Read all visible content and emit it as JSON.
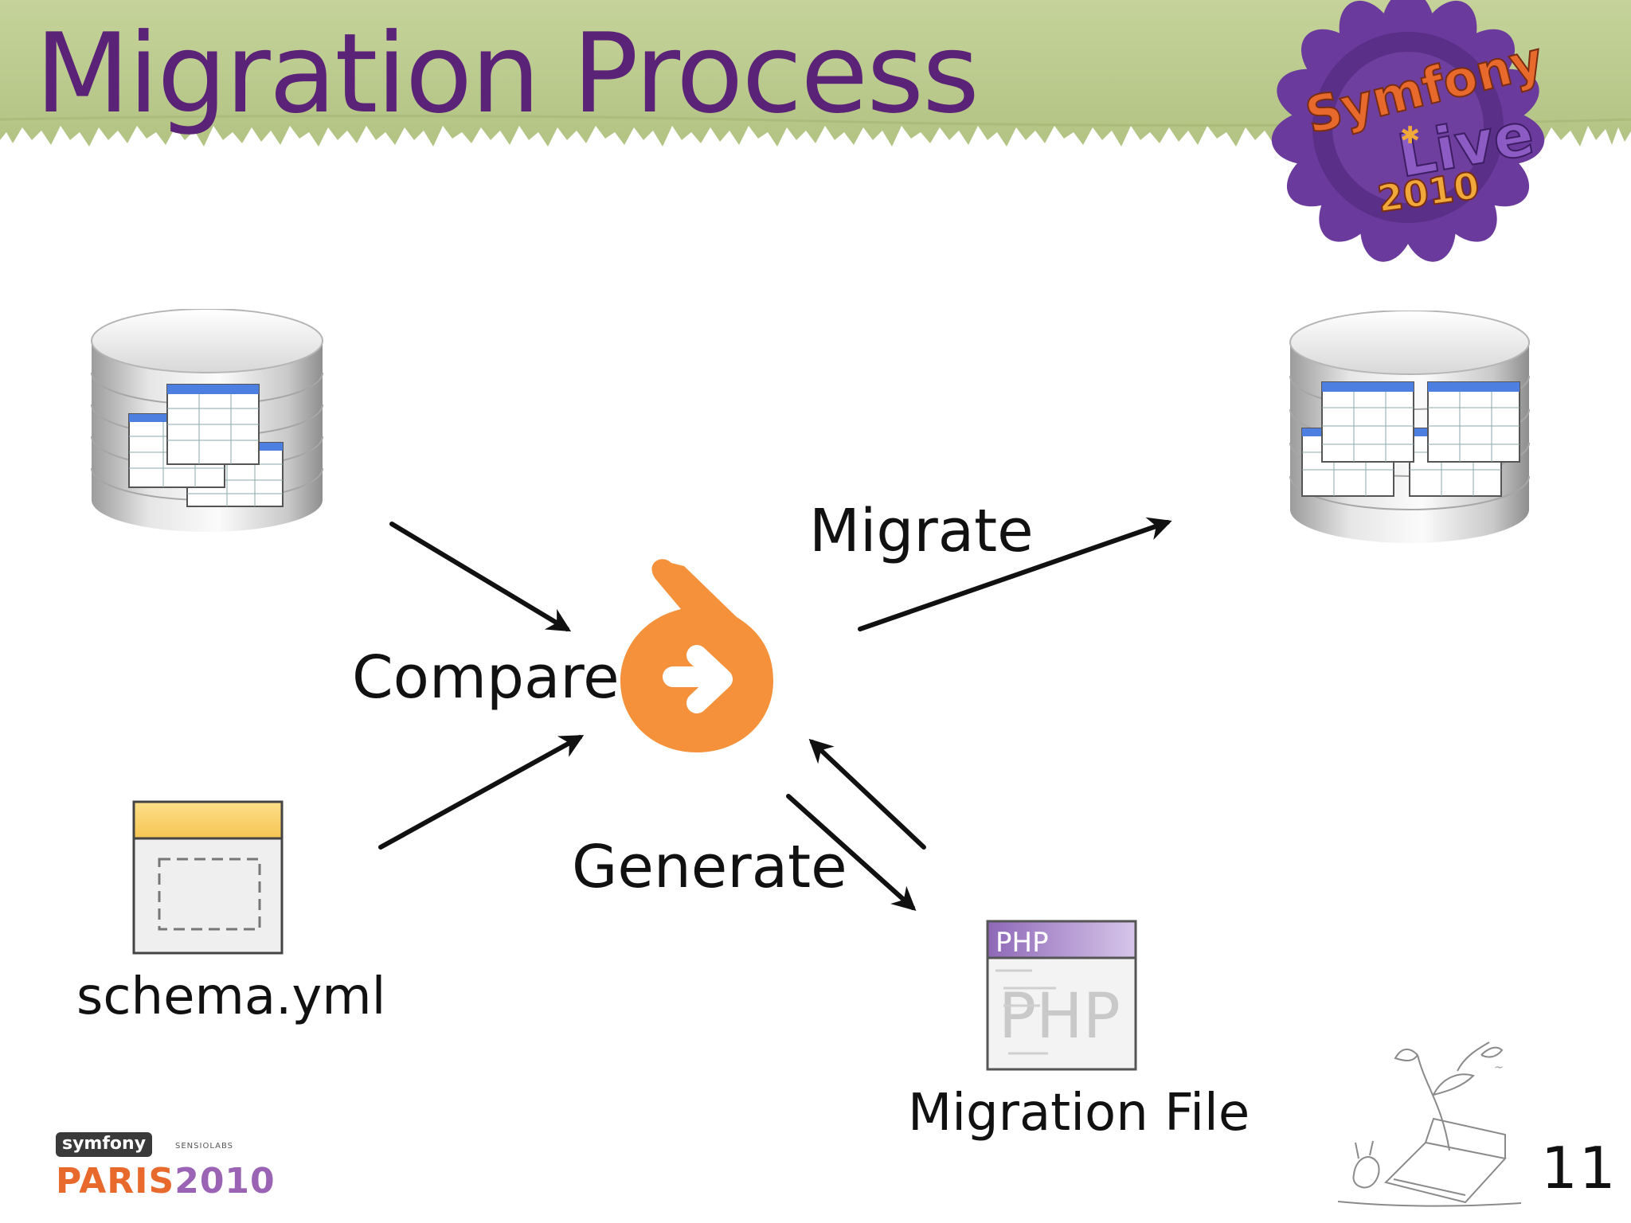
{
  "slide": {
    "title": "Migration Process",
    "page_number": "11"
  },
  "labels": {
    "compare": "Compare",
    "migrate": "Migrate",
    "generate": "Generate",
    "schema_file": "schema.yml",
    "migration_file": "Migration File"
  },
  "php_file_icon": {
    "header": "PHP",
    "watermark": "PHP"
  },
  "branding": {
    "logo_text_top": "Symfony",
    "logo_text_mid": "Live",
    "logo_text_year": "2010",
    "sponsor_pill": "symfony",
    "sponsor_small": "SENSIOLABS",
    "event_city": "PARIS",
    "event_year": "2010"
  },
  "colors": {
    "title": "#5b2377",
    "banner": "#b9c98c",
    "doctrine_orange": "#f5913a",
    "arrow": "#111111",
    "logo_purple": "#6a3a9c",
    "logo_orange": "#e8692c"
  },
  "icons": {
    "source_database": "database-tables-icon",
    "target_database": "database-tables-icon",
    "doctrine": "doctrine-logo-icon",
    "schema_file": "yaml-file-icon",
    "php_file": "php-file-icon"
  }
}
